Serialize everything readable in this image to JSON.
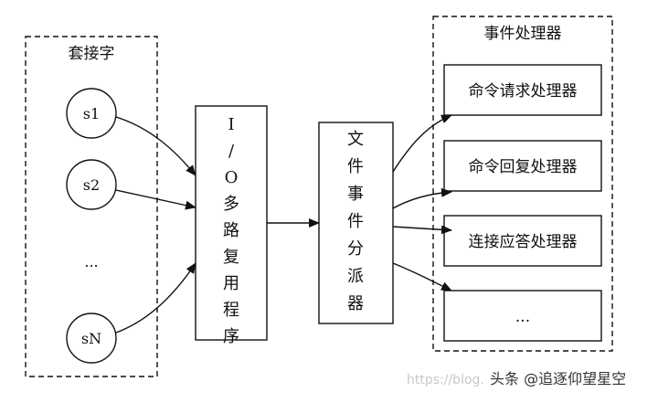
{
  "socket_group": {
    "title": "套接字",
    "sockets": [
      "s1",
      "s2",
      "...",
      "sN"
    ]
  },
  "io_multiplexer": {
    "label": "I/O多路复用程序"
  },
  "dispatcher": {
    "label": "文件事件分派器"
  },
  "handler_group": {
    "title": "事件处理器",
    "handlers": [
      "命令请求处理器",
      "命令回复处理器",
      "连接应答处理器",
      "..."
    ]
  },
  "watermark": {
    "url": "https://blog.",
    "source": "头条 @追逐仰望星空"
  }
}
